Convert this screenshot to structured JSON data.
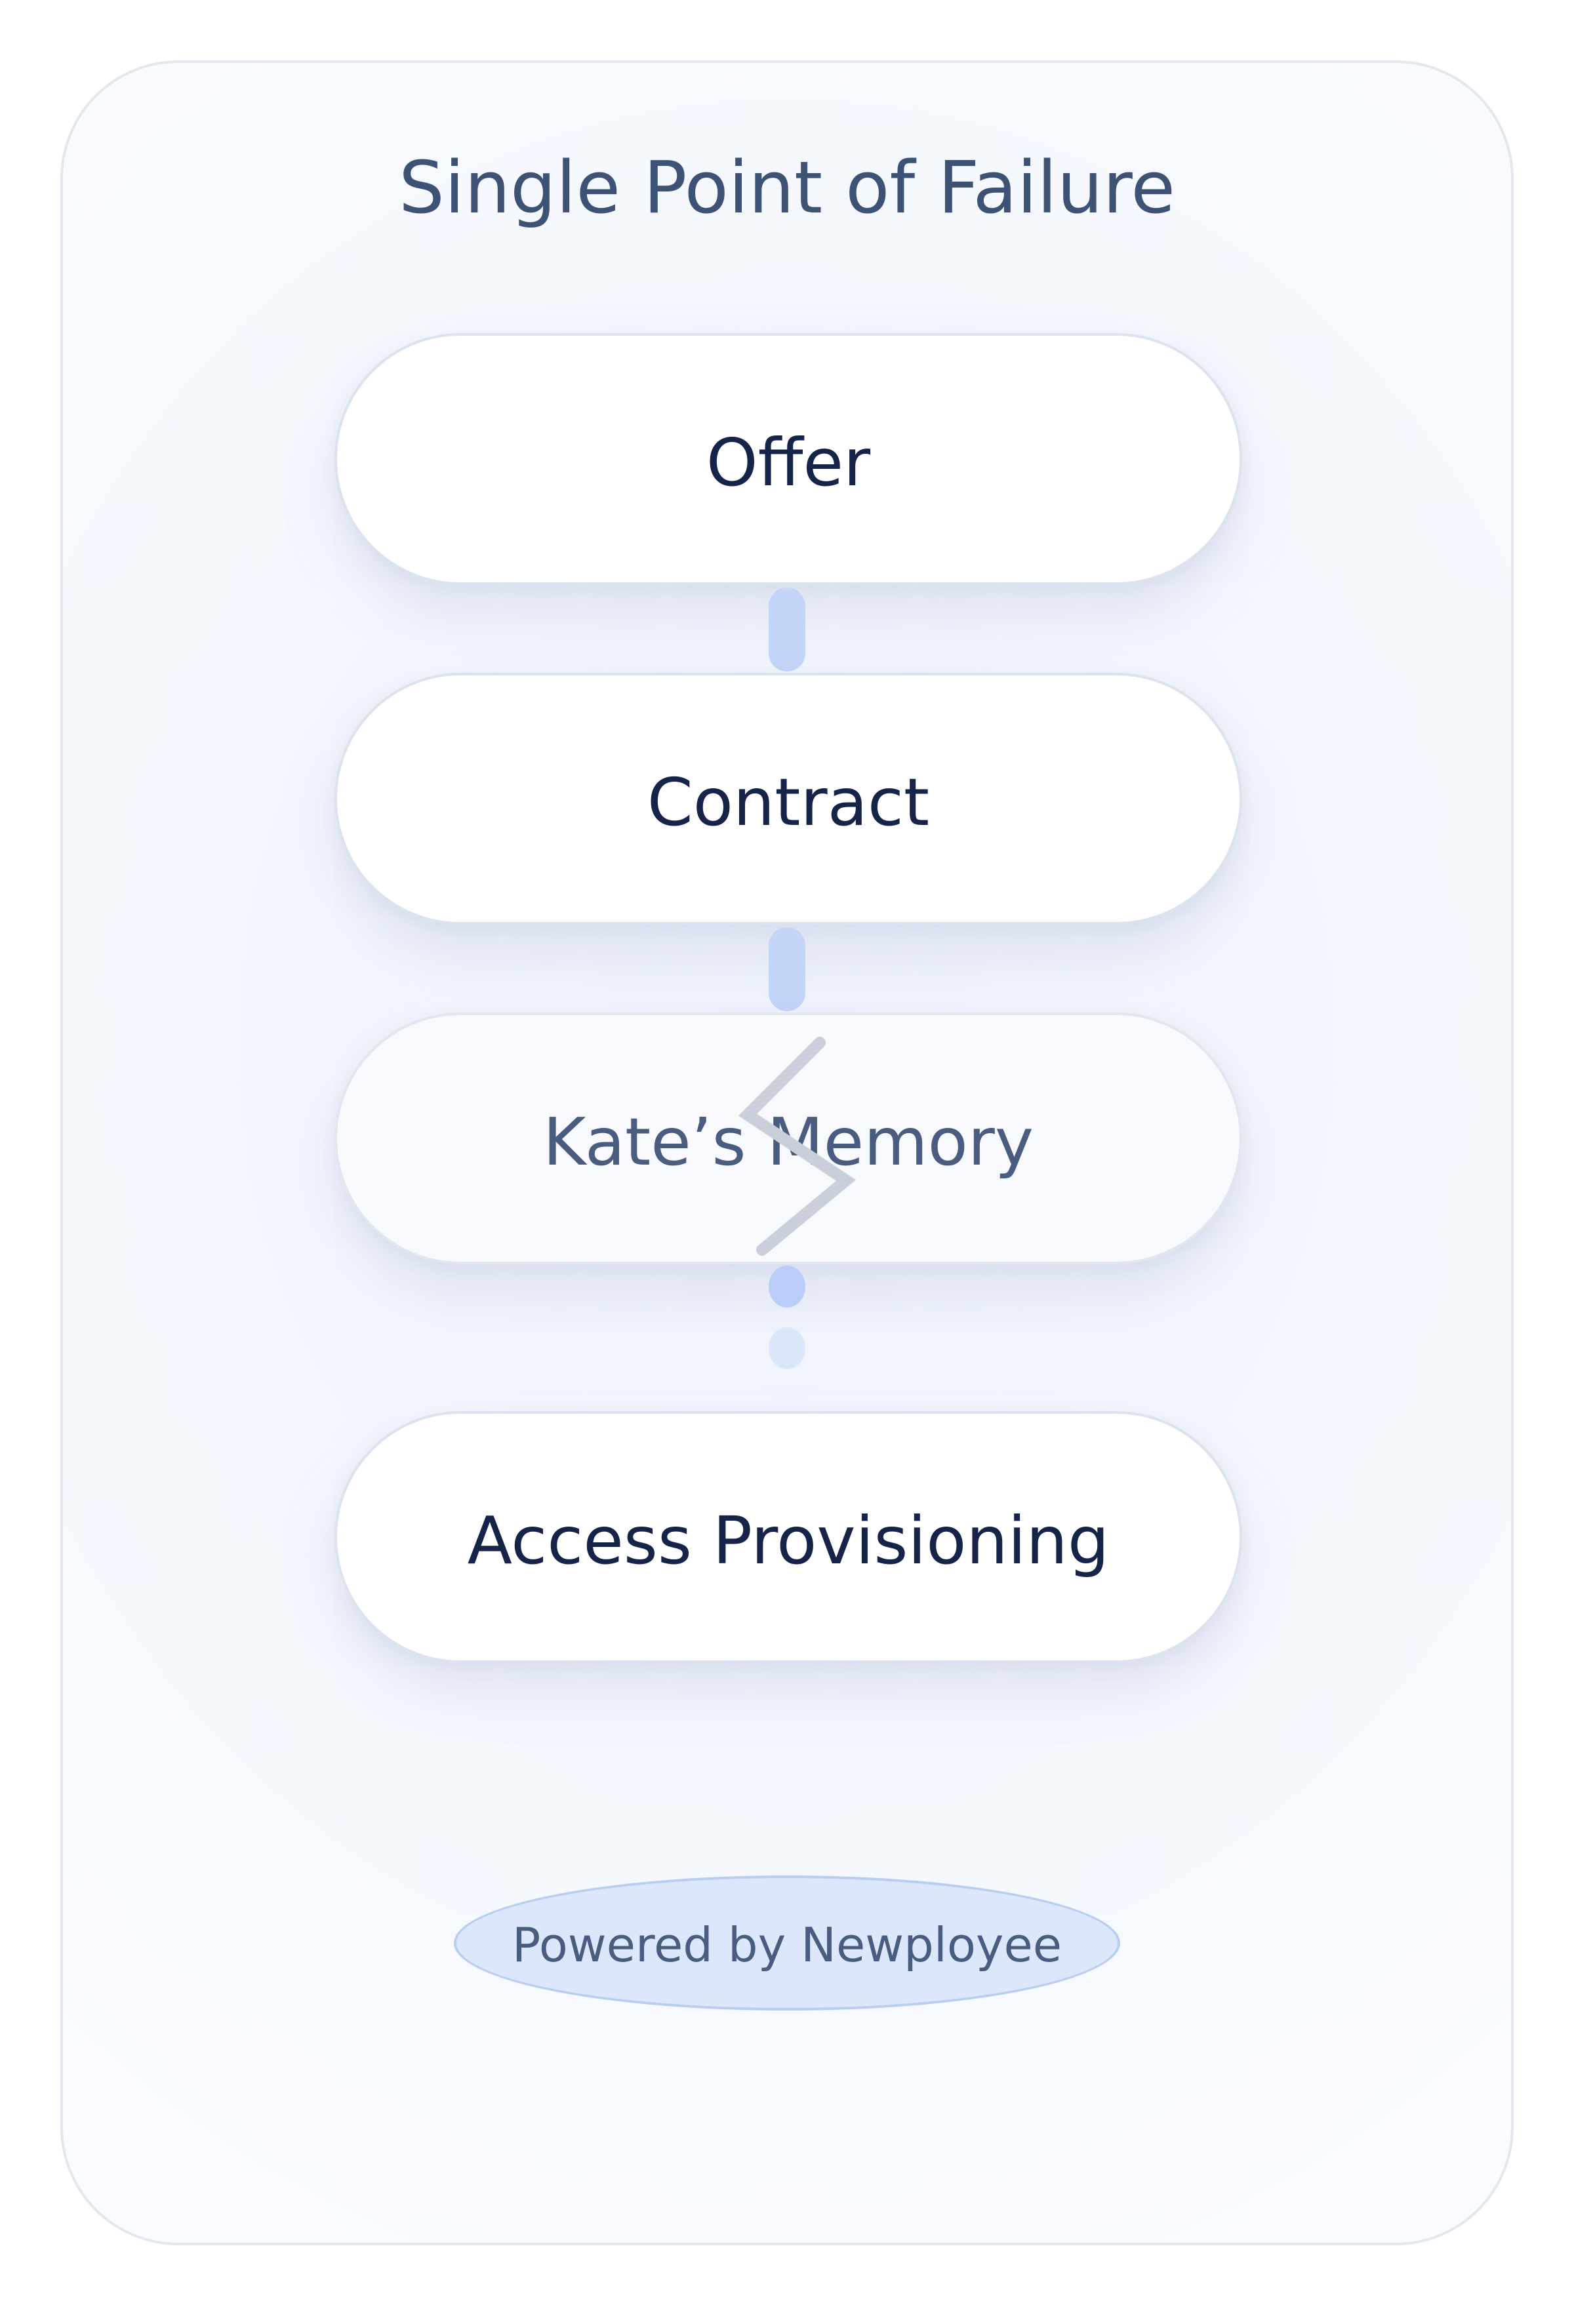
{
  "diagram": {
    "title": "Single Point of Failure",
    "steps": [
      {
        "label": "Offer",
        "state": "normal"
      },
      {
        "label": "Contract",
        "state": "normal"
      },
      {
        "label": "Kate’s Memory",
        "state": "broken"
      },
      {
        "label": "Access Provisioning",
        "state": "normal"
      }
    ],
    "footer_badge": "Powered by Newployee"
  },
  "colors": {
    "title": "#3d5275",
    "step_text": "#16244a",
    "faded_text": "#4a5c80",
    "connector": "#c5d5f8",
    "broken_mark": "#c9d0dc",
    "badge_fill": "#dce7fb",
    "badge_border": "#b9cdf3"
  },
  "icons": {
    "break_mark": "lightning-break-icon"
  }
}
